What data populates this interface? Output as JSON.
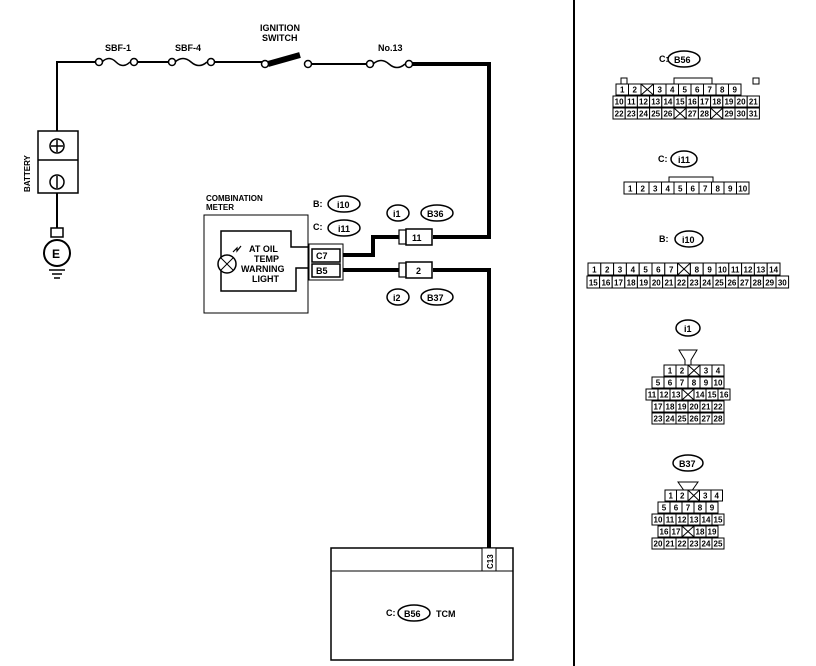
{
  "labels": {
    "sbf1": "SBF-1",
    "sbf4": "SBF-4",
    "ignition_line1": "IGNITION",
    "ignition_line2": "SWITCH",
    "no13": "No.13",
    "battery": "BATTERY",
    "ground": "E",
    "comb_line1": "COMBINATION",
    "comb_line2": "METER",
    "b_prefix": "B:",
    "c_prefix": "C:",
    "i10": "i10",
    "i11": "i11",
    "i1": "i1",
    "b36": "B36",
    "i2": "i2",
    "b37": "B37",
    "pin_c7": "C7",
    "pin_b5": "B5",
    "pin_11": "11",
    "pin_2": "2",
    "warn_line1": "AT OIL",
    "warn_line2": "TEMP",
    "warn_line3": "WARNING",
    "warn_line4": "LIGHT",
    "tcm_pin": "C13",
    "tcm_prefix": "C:",
    "tcm_conn": "B56",
    "tcm_name": "TCM"
  },
  "connectors": {
    "b56": {
      "prefix": "C:",
      "name": "B56",
      "row1": [
        "1",
        "2",
        "",
        "3",
        "4",
        "5",
        "6",
        "7",
        "8",
        "9"
      ],
      "row2": [
        "10",
        "11",
        "12",
        "13",
        "14",
        "15",
        "16",
        "17",
        "18",
        "19",
        "20",
        "21"
      ],
      "row3": [
        "22",
        "23",
        "24",
        "25",
        "26",
        "",
        "27",
        "28",
        "",
        "29",
        "30",
        "31"
      ]
    },
    "i11": {
      "prefix": "C:",
      "name": "i11",
      "row1": [
        "1",
        "2",
        "3",
        "4",
        "5",
        "6",
        "7",
        "8",
        "9",
        "10"
      ]
    },
    "i10": {
      "prefix": "B:",
      "name": "i10",
      "row1": [
        "1",
        "2",
        "3",
        "4",
        "5",
        "6",
        "7",
        "",
        "8",
        "9",
        "10",
        "11",
        "12",
        "13",
        "14"
      ],
      "row2": [
        "15",
        "16",
        "17",
        "18",
        "19",
        "20",
        "21",
        "22",
        "23",
        "24",
        "25",
        "26",
        "27",
        "28",
        "29",
        "30"
      ]
    },
    "i1": {
      "name": "i1",
      "row1": [
        "1",
        "2",
        "",
        "3",
        "4"
      ],
      "row2": [
        "5",
        "6",
        "7",
        "8",
        "9",
        "10"
      ],
      "row3": [
        "11",
        "12",
        "13",
        "",
        "14",
        "15",
        "16"
      ],
      "row4": [
        "17",
        "18",
        "19",
        "20",
        "21",
        "22"
      ],
      "row5": [
        "23",
        "24",
        "25",
        "26",
        "27",
        "28"
      ]
    },
    "b37": {
      "name": "B37",
      "row1": [
        "1",
        "2",
        "",
        "3",
        "4"
      ],
      "row2": [
        "5",
        "6",
        "7",
        "8",
        "9"
      ],
      "row3": [
        "10",
        "11",
        "12",
        "13",
        "14",
        "15"
      ],
      "row4": [
        "16",
        "17",
        "",
        "18",
        "19"
      ],
      "row5": [
        "20",
        "21",
        "22",
        "23",
        "24",
        "25"
      ]
    }
  }
}
